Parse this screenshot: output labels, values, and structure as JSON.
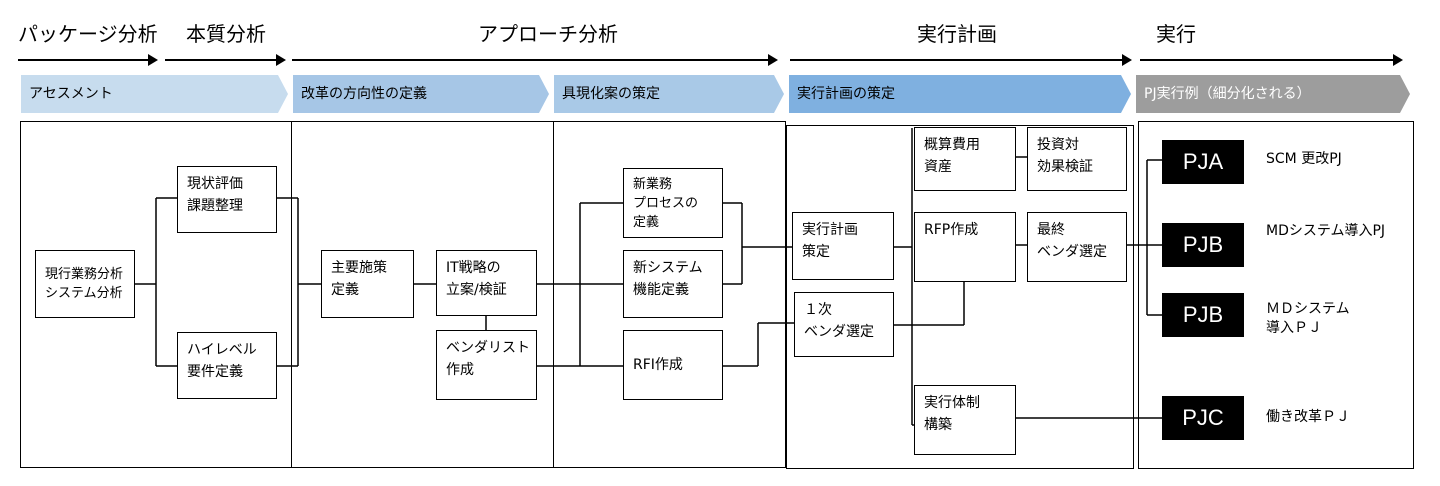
{
  "phases": [
    {
      "key": "package",
      "label": "パッケージ分析"
    },
    {
      "key": "essence",
      "label": "本質分析"
    },
    {
      "key": "approach",
      "label": "アプローチ分析"
    },
    {
      "key": "plan",
      "label": "実行計画"
    },
    {
      "key": "exec",
      "label": "実行"
    }
  ],
  "chevrons": [
    {
      "label": "アセスメント",
      "color": "#c7dcee"
    },
    {
      "label": "改革の方向性の定義",
      "color": "#a6c6e6"
    },
    {
      "label": "具現化案の策定",
      "color": "#a9c9e7"
    },
    {
      "label": "実行計画の策定",
      "color": "#7fb0e0"
    },
    {
      "label": "PJ実行例（細分化される）",
      "color": "#9d9d9d"
    }
  ],
  "boxes": {
    "current_analysis": "現行業務分析\nシステム分析",
    "current_eval": "現状評価\n課題整理",
    "high_level": "ハイレベル\n要件定義",
    "main_policy": "主要施策\n定義",
    "it_strategy": "IT戦略の\n立案/検証",
    "vendor_list": "ベンダリスト\n作成",
    "new_process": "新業務\nプロセスの\n定義",
    "new_system": "新システム\n機能定義",
    "rfi": "RFI作成",
    "plan_define": "実行計画\n策定",
    "first_vendor": "１次\nベンダ選定",
    "cost": "概算費用\n資産",
    "roi": "投資対\n効果検証",
    "rfp": "RFP作成",
    "final_vendor": "最終\nベンダ選定",
    "org": "実行体制\n構築"
  },
  "projects": [
    {
      "badge": "PJA",
      "label": "SCM 更改PJ"
    },
    {
      "badge": "PJB",
      "label": "MDシステム導入PJ"
    },
    {
      "badge": "PJB",
      "label": "ＭＤシステム\n導入ＰＪ"
    },
    {
      "badge": "PJC",
      "label": "働き改革ＰＪ"
    }
  ]
}
